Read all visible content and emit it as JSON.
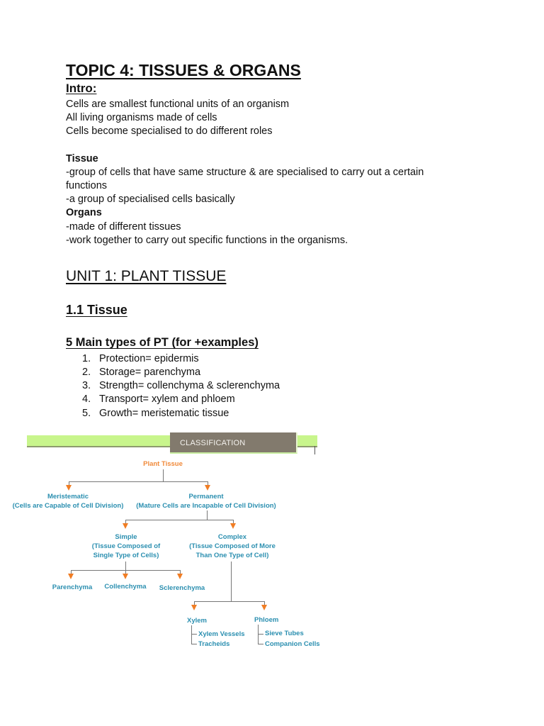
{
  "document": {
    "title": "TOPIC 4: TISSUES & ORGANS",
    "intro": {
      "heading": "Intro:",
      "lines": [
        "Cells are smallest functional units of an organism",
        "All living organisms made of cells",
        "Cells become specialised to do different roles"
      ]
    },
    "tissue": {
      "heading": "Tissue",
      "lines": [
        "-group of cells that have same structure & are specialised to carry out a certain",
        "functions",
        "-a group of specialised cells basically"
      ]
    },
    "organs": {
      "heading": "Organs",
      "lines": [
        "-made of different tissues",
        "-work together to carry out specific functions in the organisms."
      ]
    },
    "unit_heading": "UNIT 1: PLANT TISSUE",
    "section_heading": "1.1 Tissue",
    "subsection_heading": "5 Main types of PT (for +examples)",
    "types": [
      {
        "num": "1.",
        "text": "Protection= epidermis"
      },
      {
        "num": "2.",
        "text": "Storage= parenchyma"
      },
      {
        "num": "3.",
        "text": "Strength= collenchyma & sclerenchyma"
      },
      {
        "num": "4.",
        "text": "Transport= xylem and phloem"
      },
      {
        "num": "5.",
        "text": "Growth= meristematic tissue"
      }
    ]
  },
  "diagram": {
    "banner": "CLASSIFICATION",
    "colors": {
      "banner_bg": "#827a6d",
      "bar": "#c8f58c",
      "node_text": "#2b8fb0",
      "root_text": "#f08a3a",
      "arrow": "#f07d24"
    },
    "root": "Plant Tissue",
    "meristematic": {
      "name": "Meristematic",
      "desc": "(Cells are Capable of Cell Division)"
    },
    "permanent": {
      "name": "Permanent",
      "desc": "(Mature Cells are Incapable of Cell Division)"
    },
    "simple": {
      "name": "Simple",
      "desc1": "(Tissue Composed of",
      "desc2": "Single Type of Cells)"
    },
    "complex": {
      "name": "Complex",
      "desc1": "(Tissue Composed of More",
      "desc2": "Than One Type of Cell)"
    },
    "simple_children": [
      "Parenchyma",
      "Collenchyma",
      "Sclerenchyma"
    ],
    "xylem": {
      "name": "Xylem",
      "children": [
        "Xylem Vessels",
        "Tracheids"
      ]
    },
    "phloem": {
      "name": "Phloem",
      "children": [
        "Sieve Tubes",
        "Companion Cells"
      ]
    }
  }
}
